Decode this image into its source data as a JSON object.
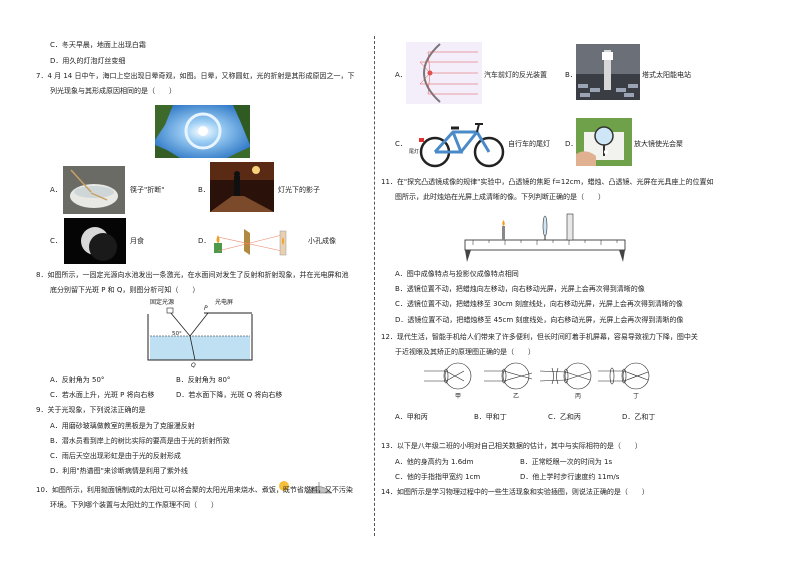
{
  "left": {
    "q6c": "C．冬天早晨，地面上出现白霜",
    "q6d": "D．用久的灯泡灯丝变细",
    "q7_line1": "7．4 月 14 日中午，海口上空出现日晕奇观，如图。日晕，又称圆虹，光的折射是其形成原因之一，下",
    "q7_line2": "列光现象与其形成原因相同的是（　　）",
    "q7_a": "A．",
    "q7_a_caption": "筷子\"折断\"",
    "q7_b": "B．",
    "q7_b_caption": "灯光下的影子",
    "q7_c": "C．",
    "q7_c_caption": "月食",
    "q7_d": "D．",
    "q7_d_caption": "小孔成像",
    "q8_line1": "8．如图所示，一固定光源向水池发出一条激光，在水面间对发生了反射和折射现象，并在光电屏和池",
    "q8_line2": "底分别留下光斑 P 和 Q，则图分析可知（　　）",
    "q8_fig_source": "固定光源",
    "q8_fig_screen": "光电屏",
    "q8_fig_P": "P",
    "q8_fig_Q": "Q",
    "q8_fig_angle": "50°",
    "q8_a": "A．反射角为 50°",
    "q8_b": "B．反射角为 80°",
    "q8_c": "C．若水面上升，光斑 P 将向右移",
    "q8_d": "D．若水面下降，光斑 Q 将向右移",
    "q9_stem": "9．关于光现象，下列说法正确的是",
    "q9_a": "A．用磨砂玻璃做教室的黑板是为了克服漫反射",
    "q9_b": "B．潜水员看到岸上的树比实际的要高是由于光的折射所致",
    "q9_c": "C．雨后天空出现彩虹是由于光的反射形成",
    "q9_d": "D．利用\"热谱图\"来诊断病情是利用了紫外线",
    "q10_line1": "10．如图所示，利用抛面镜制成的太阳灶可以将会聚的太阳光用来烧水、煮饭，既节省燃料，又不污染",
    "q10_line2": "环境。下列哪个装置与太阳灶的工作原理不同（　　）"
  },
  "right": {
    "q10_a": "A．",
    "q10_a_caption": "汽车前灯的反光装置",
    "q10_b": "B．",
    "q10_b_caption": "塔式太阳能电站",
    "q10_c": "C．",
    "q10_c_caption": "自行车的尾灯",
    "q10_c_tail": "尾灯",
    "q10_d": "D．",
    "q10_d_caption": "放大镜使光会聚",
    "q11_line1": "11．在\"探究凸透镜成像的规律\"实验中，凸透镜的焦距 f=12cm，蜡烛、凸透镜、光屏在光具座上的位置如",
    "q11_line2": "图所示，此时烛焰在光屏上成清晰的像。下列判断正确的是（　　）",
    "q11_a": "A．图中成像特点与投影仪成像特点相同",
    "q11_b": "B．透镜位置不动，把蜡烛向左移动，向右移动光屏，光屏上会再次得到清晰的像",
    "q11_c": "C．透镜位置不动，把蜡烛移至 30cm 刻度线处，向右移动光屏，光屏上会再次得到清晰的像",
    "q11_d": "D．透镜位置不动，把蜡烛移至 45cm 刻度线处，向右移动光屏，光屏上会再次得到清晰的像",
    "q12_line1": "12．现代生活，智能手机给人们带来了许多便利，但长时间盯着手机屏幕，容易导致视力下降，图中关",
    "q12_line2": "于近视眼及其矫正的原理图正确的是（　　）",
    "q12_fig_labels": [
      "甲",
      "乙",
      "丙",
      "丁"
    ],
    "q12_a": "A．甲和丙",
    "q12_b": "B．甲和丁",
    "q12_c": "C．乙和丙",
    "q12_d": "D．乙和丁",
    "q13_stem": "13．以下是八年级二班的小明对自己相关数据的估计，其中与实际相符的是（　　）",
    "q13_a": "A．他的身高约为 1.6dm",
    "q13_b": "B．正常眨眼一次的时间为 1s",
    "q13_c": "C．他的手指指甲宽约 1cm",
    "q13_d": "D．他上学时步行速度约 11m/s",
    "q14_stem": "14．如图所示是学习物理过程中的一些生活现象和实验插图，则说法正确的是（　　）"
  }
}
